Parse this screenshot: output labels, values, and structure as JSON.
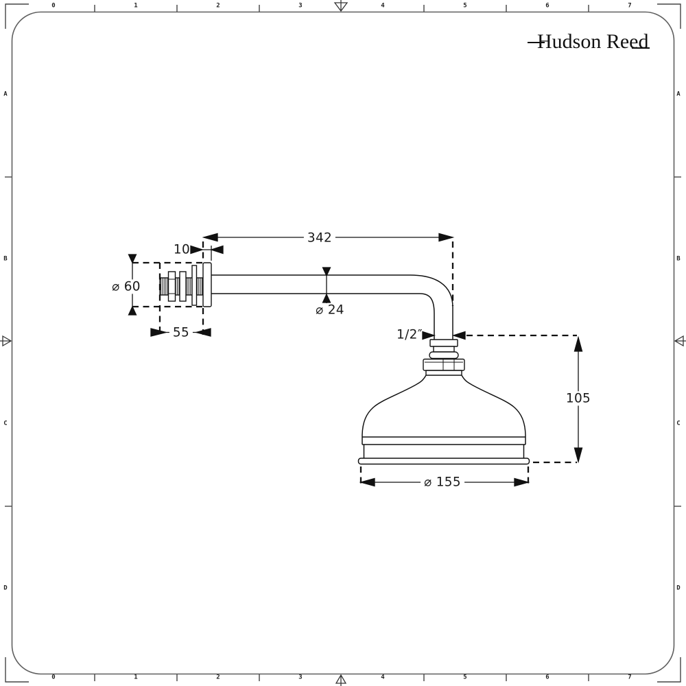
{
  "brand": {
    "name": "Hudson Reed"
  },
  "rulers": {
    "top_numbers": [
      "0",
      "1",
      "2",
      "3",
      "4",
      "5",
      "6",
      "7"
    ],
    "bottom_numbers": [
      "0",
      "1",
      "2",
      "3",
      "4",
      "5",
      "6",
      "7"
    ],
    "left_letters": [
      "A",
      "B",
      "C",
      "D"
    ],
    "right_letters": [
      "A",
      "B",
      "C",
      "D"
    ]
  },
  "dimensions": {
    "arm_length": "342",
    "flange_thickness": "10",
    "flange_diameter": "⌀ 60",
    "wall_adjustment": "55",
    "arm_diameter": "⌀ 24",
    "thread_size": "1/2″",
    "head_height": "105",
    "head_diameter": "⌀ 155"
  },
  "colors": {
    "line": "#1a1a1a",
    "frame": "#5f5f5f",
    "background": "#ffffff"
  }
}
